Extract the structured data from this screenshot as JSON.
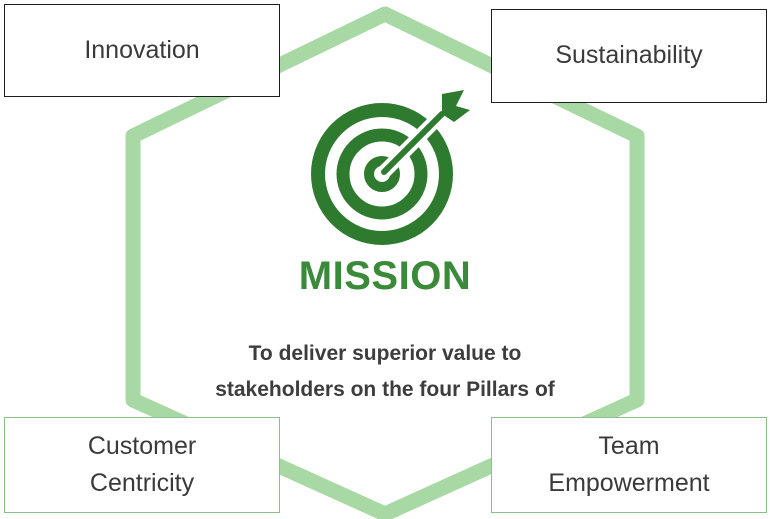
{
  "colors": {
    "hexagon": "#a8d8a3",
    "target_dark": "#2e7a2e",
    "mission_title": "#3a8a3a",
    "dark_border": "#1f1f1f",
    "green_border": "#8cbf8a"
  },
  "center": {
    "icon": "target-arrow-icon",
    "title": "MISSION",
    "statement": "To deliver superior value to stakeholders on the four Pillars of"
  },
  "pillars": {
    "top_left": "Innovation",
    "top_right": "Sustainability",
    "bottom_left": "Customer\nCentricity",
    "bottom_right": "Team\nEmpowerment"
  }
}
